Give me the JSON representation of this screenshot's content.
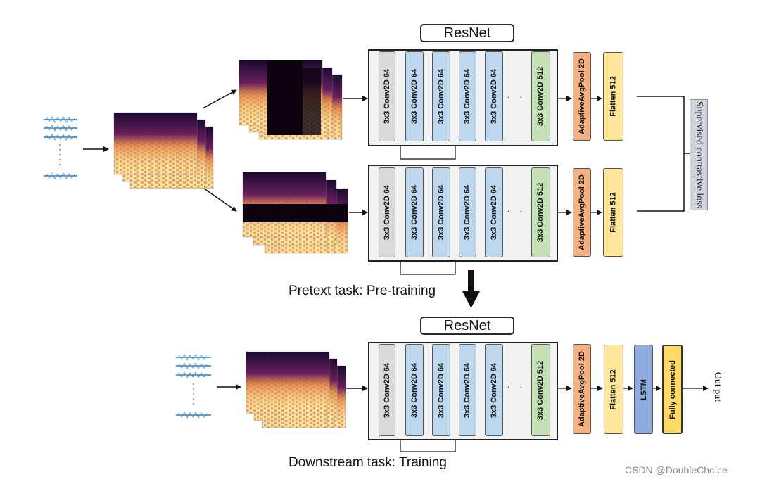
{
  "resnet_title": "ResNet",
  "layers": {
    "conv_first": "3x3 Conv2D 64",
    "conv": "3x3 Conv2D 64",
    "conv_last": "3x3 Conv2D 512",
    "pool": "AdaptiveAvgPool 2D",
    "flatten": "Flatten 512",
    "lstm": "LSTM",
    "fc": "Fully connected"
  },
  "ellipsis": "· · ·",
  "loss_label": "Supervised contrastive loss",
  "pretext_caption": "Pretext task: Pre-training",
  "downstream_caption": "Downstream task: Training",
  "output_label": "Out put",
  "watermark": "CSDN @DoubleChoice",
  "colors": {
    "conv_first": "#d9d9d9",
    "conv": "#bdd7ee",
    "conv_last": "#c5e0b4",
    "pool": "#f4b183",
    "flatten": "#ffe699",
    "lstm": "#8faadc",
    "fc": "#ffd966",
    "waveform": "#5b9bd5"
  }
}
